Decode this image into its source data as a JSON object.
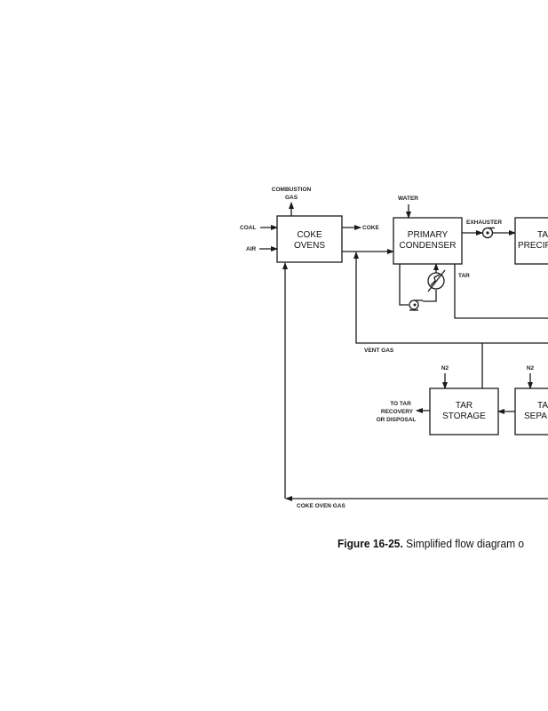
{
  "diagram": {
    "boxes": {
      "coke_ovens": [
        "COKE",
        "OVENS"
      ],
      "primary_condenser": [
        "PRIMARY",
        "CONDENSER"
      ],
      "tar_precipitator": [
        "TA",
        "PRECIP"
      ],
      "tar_storage": [
        "TAR",
        "STORAGE"
      ],
      "tar_separator": [
        "TA",
        "SEPA"
      ]
    },
    "labels": {
      "combustion_gas": [
        "COMBUSTION",
        "GAS"
      ],
      "coal": "COAL",
      "air": "AIR",
      "coke": "COKE",
      "water": "WATER",
      "exhauster": "EXHAUSTER",
      "tar": "TAR",
      "vent_gas": "VENT GAS",
      "n2_storage": "N2",
      "n2_separator": "N2",
      "to_tar_recovery": [
        "TO TAR",
        "RECOVERY",
        "OR DISPOSAL"
      ],
      "coke_oven_gas": "COKE OVEN GAS"
    }
  },
  "caption": {
    "number": "Figure 16-25.",
    "text": "Simplified flow diagram o"
  }
}
